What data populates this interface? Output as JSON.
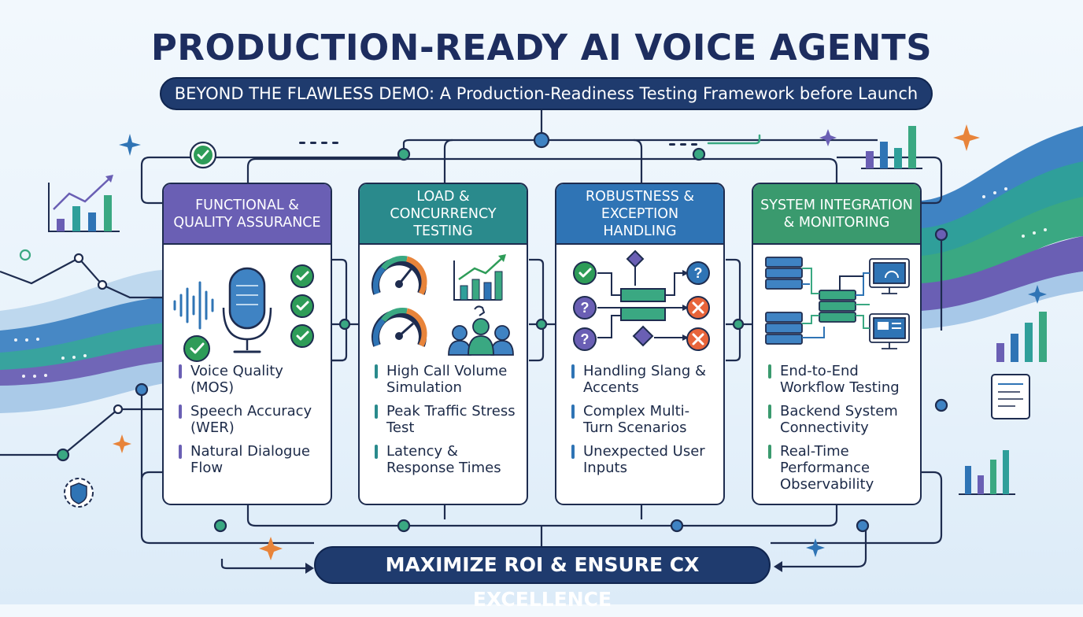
{
  "title": "PRODUCTION-READY AI VOICE AGENTS",
  "subtitle": "BEYOND THE FLAWLESS DEMO: A Production-Readiness Testing Framework before Launch",
  "footer": "MAXIMIZE ROI & ENSURE CX EXCELLENCE",
  "colors": {
    "navy": "#1f3b6e",
    "purple": "#6a5fb4",
    "teal": "#2a8a8c",
    "blue": "#2f74b5",
    "green": "#3a9a6e",
    "check": "#2e9c58",
    "error": "#e8643a"
  },
  "cards": [
    {
      "title": "FUNCTIONAL & QUALITY ASSURANCE",
      "color": "#6a5fb4",
      "icons": [
        "sound-wave-icon",
        "microphone-icon",
        "check-icon"
      ],
      "items": [
        "Voice Quality (MOS)",
        "Speech Accuracy (WER)",
        "Natural Dialogue Flow"
      ]
    },
    {
      "title": "LOAD & CONCURRENCY TESTING",
      "color": "#2a8a8c",
      "icons": [
        "gauge-icon",
        "bar-chart-icon",
        "users-icon"
      ],
      "items": [
        "High Call Volume Simulation",
        "Peak Traffic Stress Test",
        "Latency & Response Times"
      ]
    },
    {
      "title": "ROBUSTNESS & EXCEPTION HANDLING",
      "color": "#2f74b5",
      "icons": [
        "check-icon",
        "question-icon",
        "flowchart-icon",
        "error-icon"
      ],
      "items": [
        "Handling Slang & Accents",
        "Complex Multi-Turn Scenarios",
        "Unexpected User Inputs"
      ]
    },
    {
      "title": "SYSTEM INTEGRATION & MONITORING",
      "color": "#3a9a6e",
      "icons": [
        "server-icon",
        "monitor-icon",
        "network-icon"
      ],
      "items": [
        "End-to-End Workflow Testing",
        "Backend System Connectivity",
        "Real-Time Performance Observability"
      ]
    }
  ]
}
